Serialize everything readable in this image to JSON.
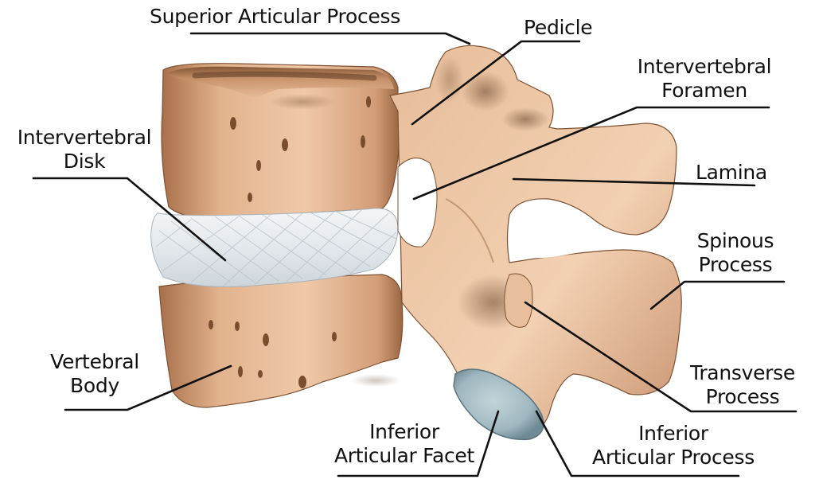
{
  "diagram": {
    "subject": "Lumbar vertebrae (lateral view)",
    "colors": {
      "bone_light": "#f0c9a8",
      "bone_mid": "#d9a47c",
      "bone_dark": "#8a5a36",
      "bone_shadow": "#5e3a22",
      "disk": "#e8ecef",
      "disk_fiber": "#b9c2c9",
      "facet": "#9fb7bf",
      "facet_rim": "#6f8a94",
      "leader_line": "#111111",
      "background": "#ffffff"
    },
    "labels": {
      "superior_articular_process": {
        "lines": [
          "Superior Articular Process"
        ]
      },
      "pedicle": {
        "lines": [
          "Pedicle"
        ]
      },
      "intervertebral_foramen": {
        "lines": [
          "Intervertebral",
          "Foramen"
        ]
      },
      "intervertebral_disk": {
        "lines": [
          "Intervertebral",
          "Disk"
        ]
      },
      "lamina": {
        "lines": [
          "Lamina"
        ]
      },
      "spinous_process": {
        "lines": [
          "Spinous",
          "Process"
        ]
      },
      "vertebral_body": {
        "lines": [
          "Vertebral",
          "Body"
        ]
      },
      "transverse_process": {
        "lines": [
          "Transverse",
          "Process"
        ]
      },
      "inferior_articular_facet": {
        "lines": [
          "Inferior",
          "Articular Facet"
        ]
      },
      "inferior_articular_process": {
        "lines": [
          "Inferior",
          "Articular Process"
        ]
      }
    }
  }
}
